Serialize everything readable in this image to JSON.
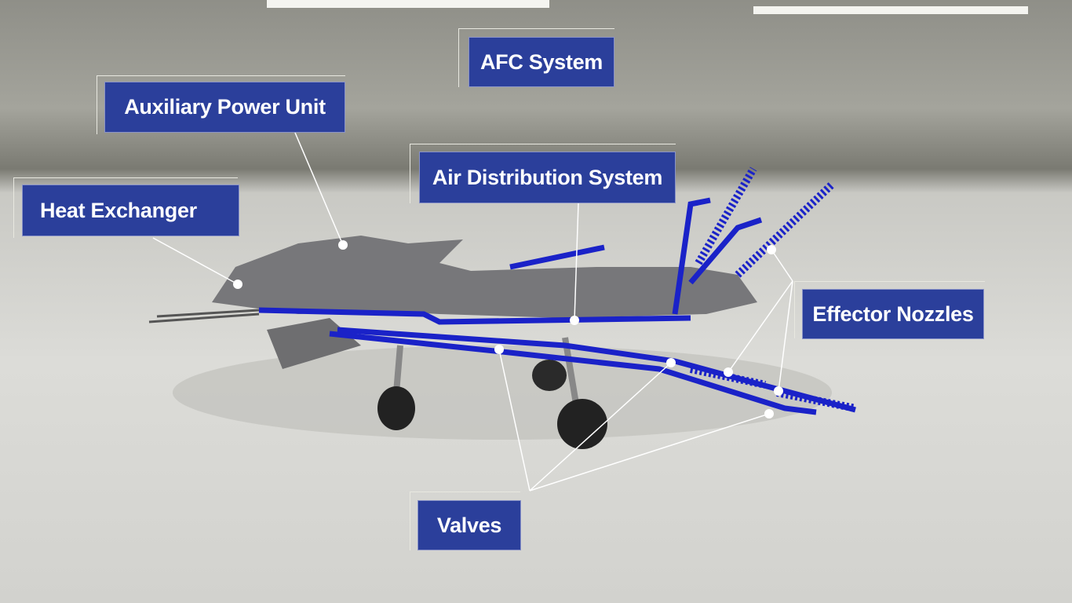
{
  "labels": {
    "afc_system": "AFC System",
    "auxiliary_power_unit": "Auxiliary Power Unit",
    "air_distribution_system": "Air Distribution System",
    "heat_exchanger": "Heat Exchanger",
    "effector_nozzles": "Effector Nozzles",
    "valves": "Valves"
  },
  "colors": {
    "label_bg": "#2b3f9b",
    "ducts": "#1a22c8",
    "leader": "#ffffff"
  }
}
